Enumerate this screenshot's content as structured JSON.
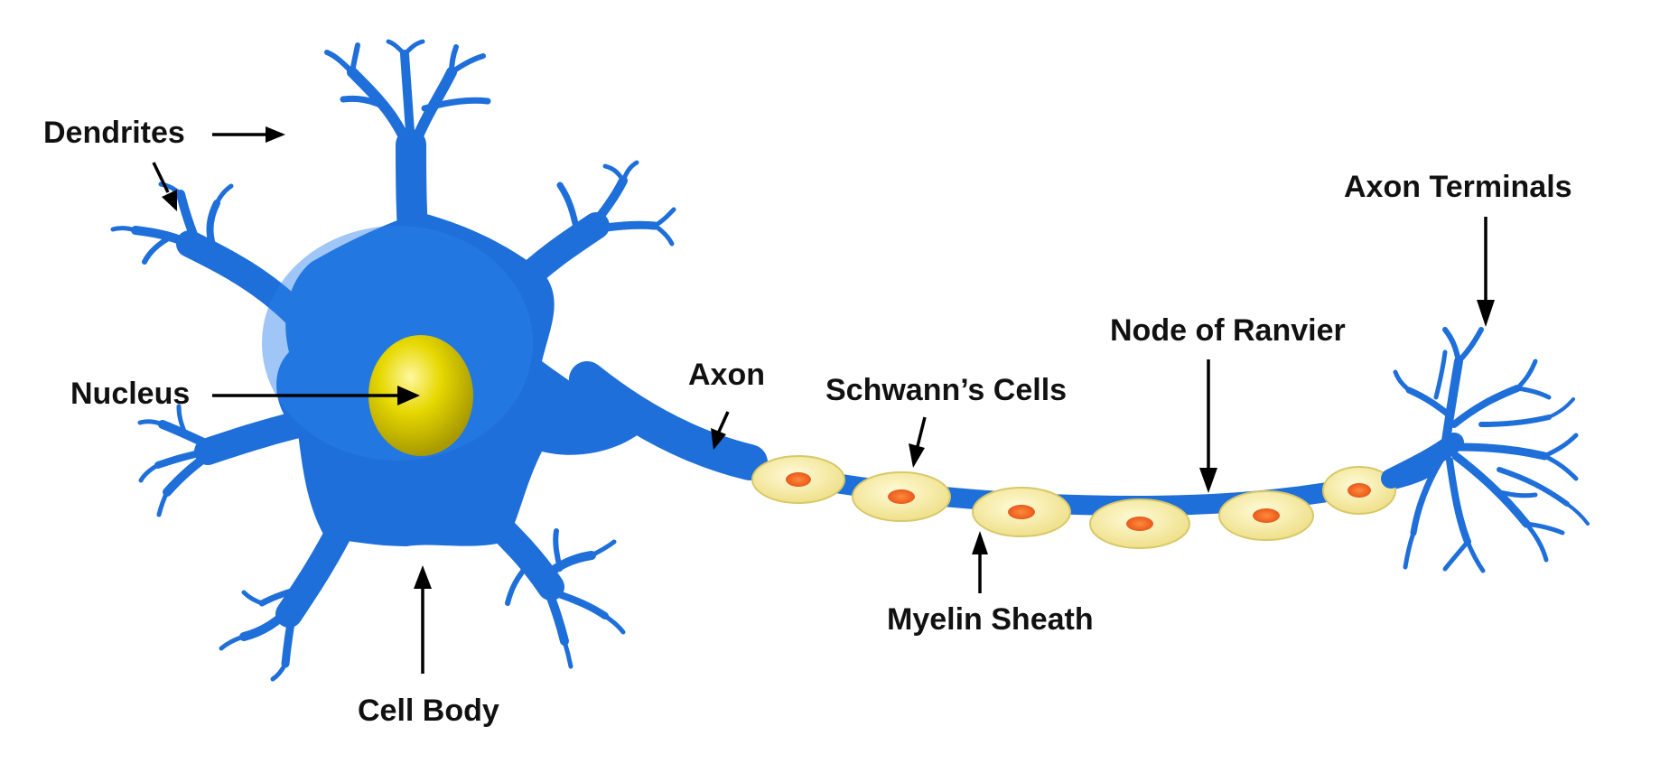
{
  "labels": {
    "dendrites": "Dendrites",
    "nucleus": "Nucleus",
    "cell_body": "Cell Body",
    "axon": "Axon",
    "schwanns_cells": "Schwann’s Cells",
    "myelin_sheath": "Myelin Sheath",
    "node_of_ranvier": "Node of Ranvier",
    "axon_terminals": "Axon Terminals"
  },
  "colors": {
    "neuron": "#1e6fd9",
    "neuron_dark": "#1757b5",
    "nucleus": "#d7c900",
    "myelin": "#f3e7a0",
    "schwann_nucleus": "#f26b2a",
    "text": "#111111"
  },
  "myelin_segment_count": 6
}
